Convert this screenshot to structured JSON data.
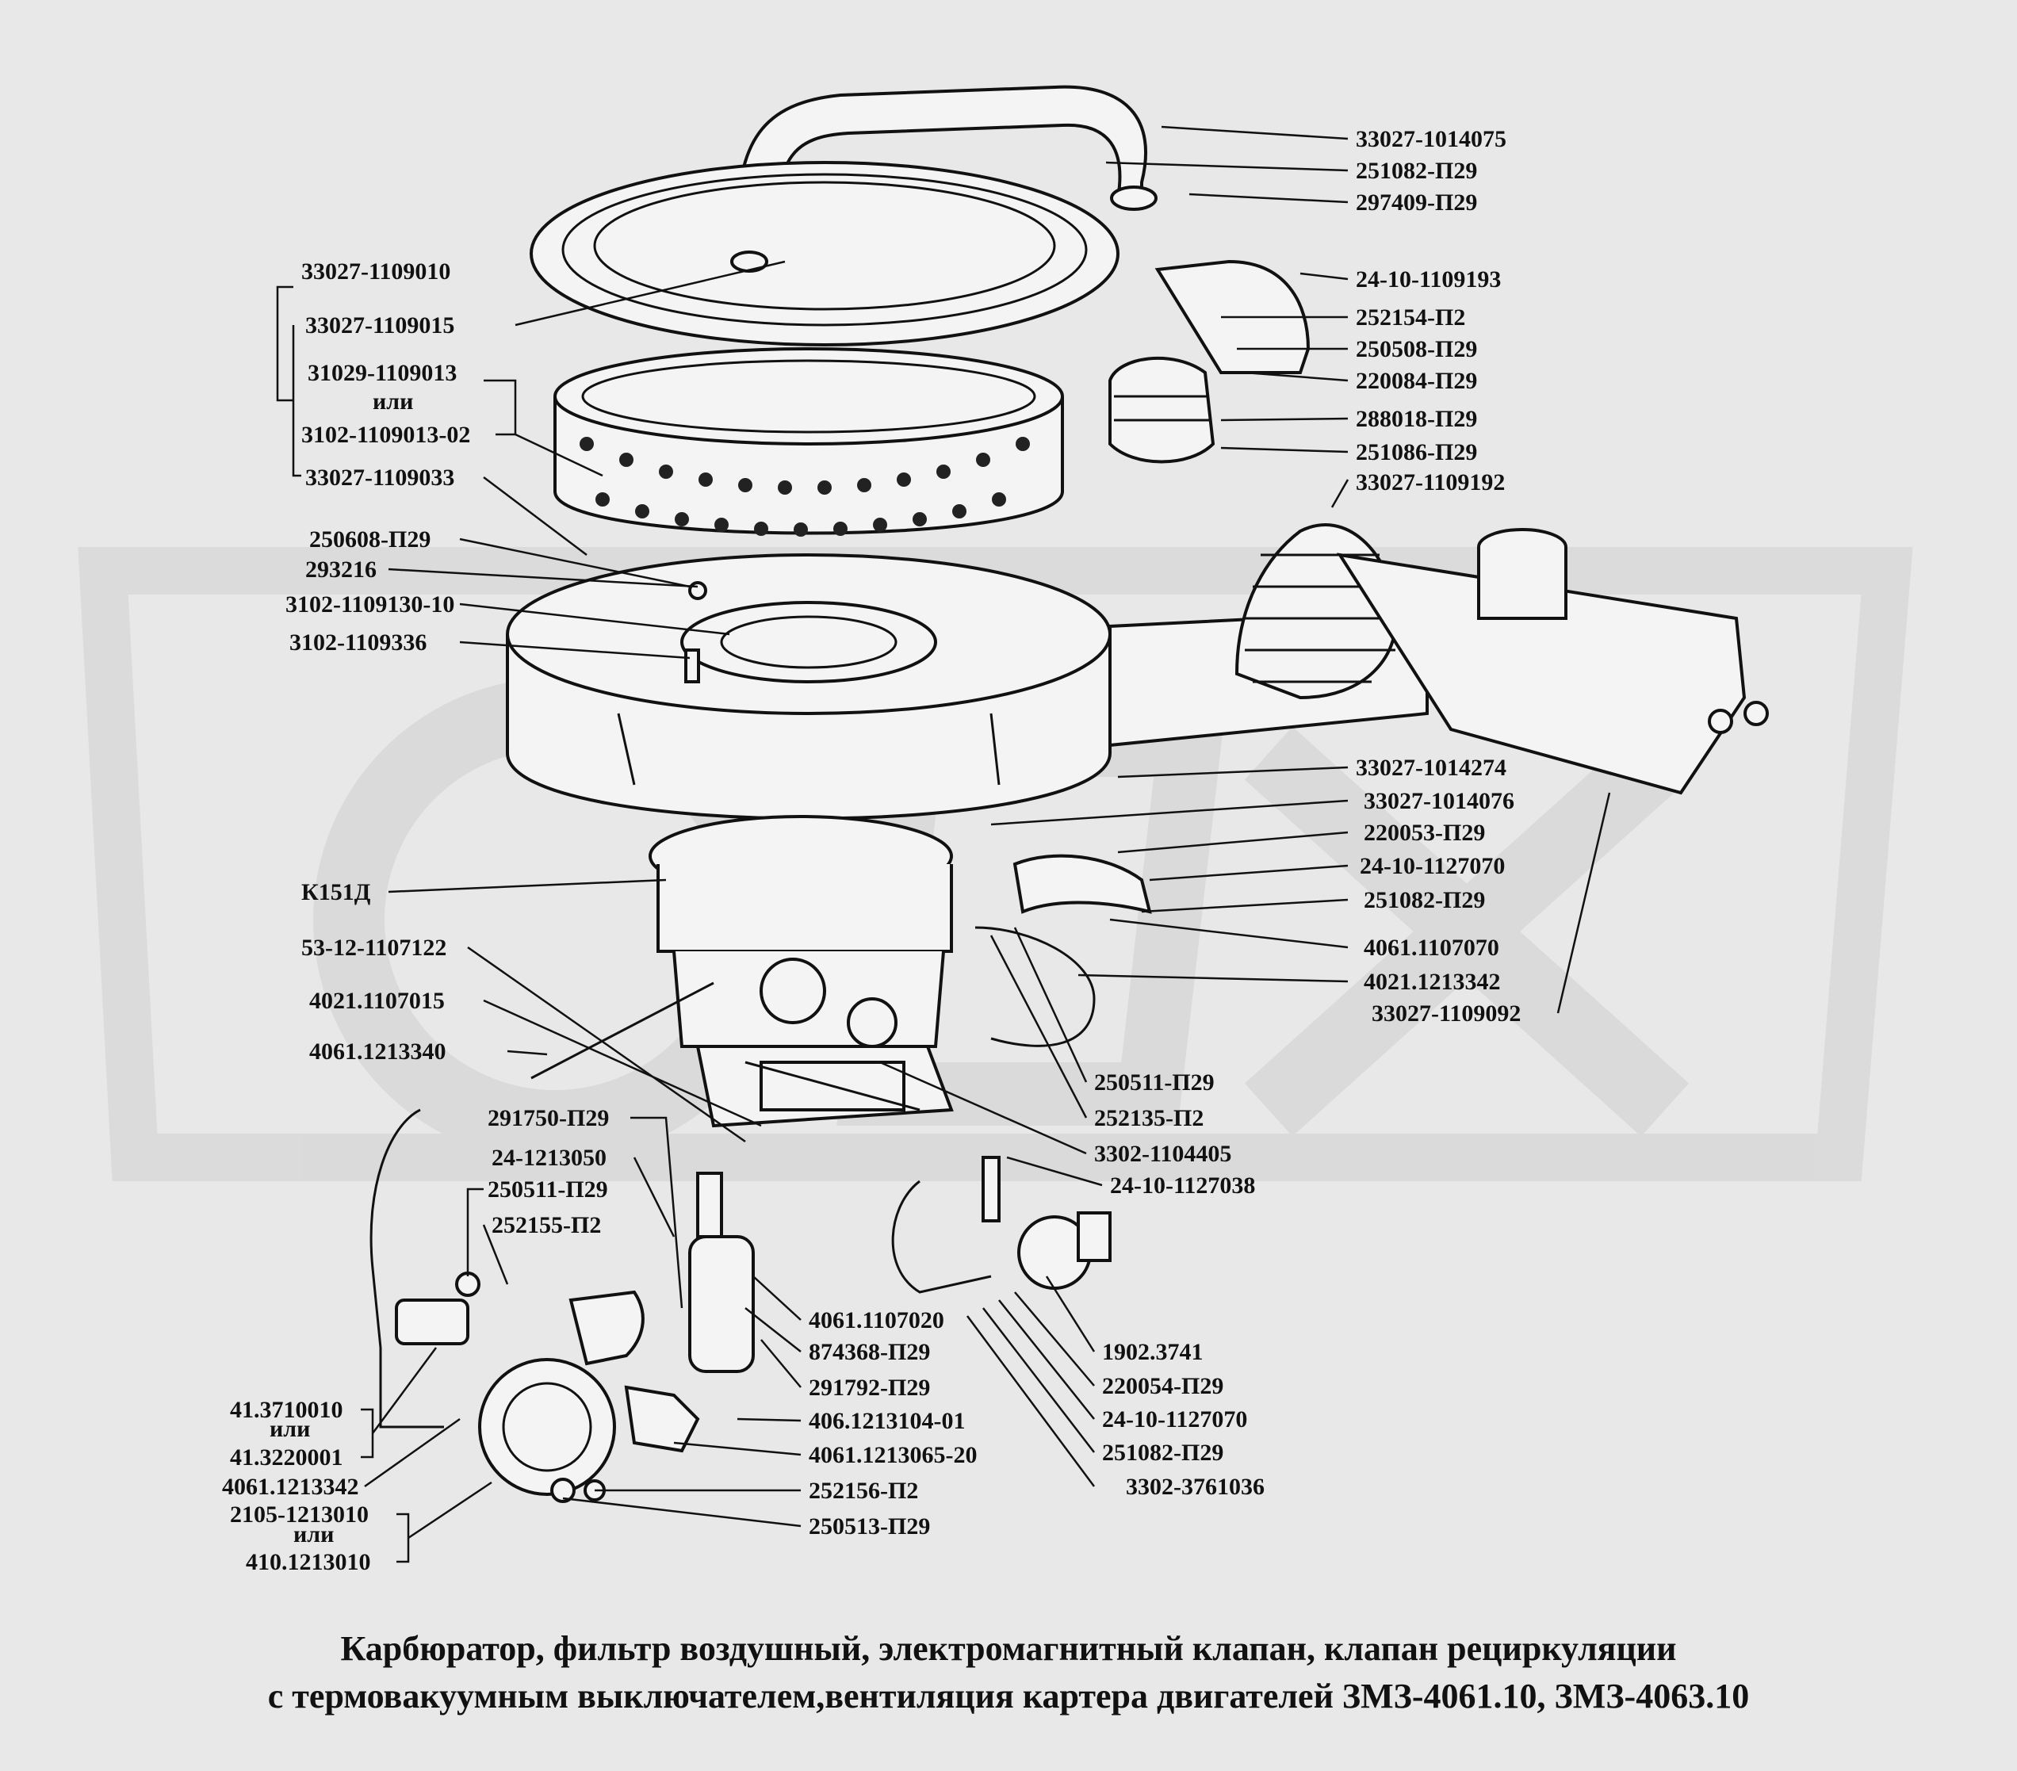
{
  "labels": {
    "l01": "33027-1014075",
    "l02": "251082-П29",
    "l03": "297409-П29",
    "l04": "24-10-1109193",
    "l05": "252154-П2",
    "l06": "250508-П29",
    "l07": "220084-П29",
    "l08": "288018-П29",
    "l09": "251086-П29",
    "l10": "33027-1109192",
    "l11": "33027-1109010",
    "l12": "33027-1109015",
    "l13": "31029-1109013",
    "l13or": "или",
    "l14": "3102-1109013-02",
    "l15": "33027-1109033",
    "l16": "250608-П29",
    "l17": "293216",
    "l18": "3102-1109130-10",
    "l19": "3102-1109336",
    "l20": "33027-1014274",
    "l21": "33027-1014076",
    "l22": "220053-П29",
    "l23": "24-10-1127070",
    "l24": "251082-П29",
    "l25": "К151Д",
    "l26": "53-12-1107122",
    "l27": "4021.1107015",
    "l28": "4061.1213340",
    "l29": "4061.1107070",
    "l30": "4021.1213342",
    "l31": "33027-1109092",
    "l32": "250511-П29",
    "l33": "252135-П2",
    "l34": "3302-1104405",
    "l35": "24-10-1127038",
    "l36": "291750-П29",
    "l37": "24-1213050",
    "l38": "250511-П29",
    "l39": "252155-П2",
    "l40": "4061.1107020",
    "l41": "874368-П29",
    "l42": "291792-П29",
    "l43": "406.1213104-01",
    "l44": "4061.1213065-20",
    "l45": "252156-П2",
    "l46": "250513-П29",
    "l47": "41.3710010",
    "l47or": "или",
    "l48": "41.3220001",
    "l49": "4061.1213342",
    "l50": "2105-1213010",
    "l50or": "или",
    "l51": "410.1213010",
    "l52": "1902.3741",
    "l53": "220054-П29",
    "l54": "24-10-1127070",
    "l55": "251082-П29",
    "l56": "3302-3761036"
  },
  "caption": {
    "line1": "Карбюратор, фильтр воздушный, электромагнитный клапан, клапан рециркуляции",
    "line2": "с термовакуумным выключателем,вентиляция картера двигателей ЗМЗ-4061.10, ЗМЗ-4063.10"
  }
}
